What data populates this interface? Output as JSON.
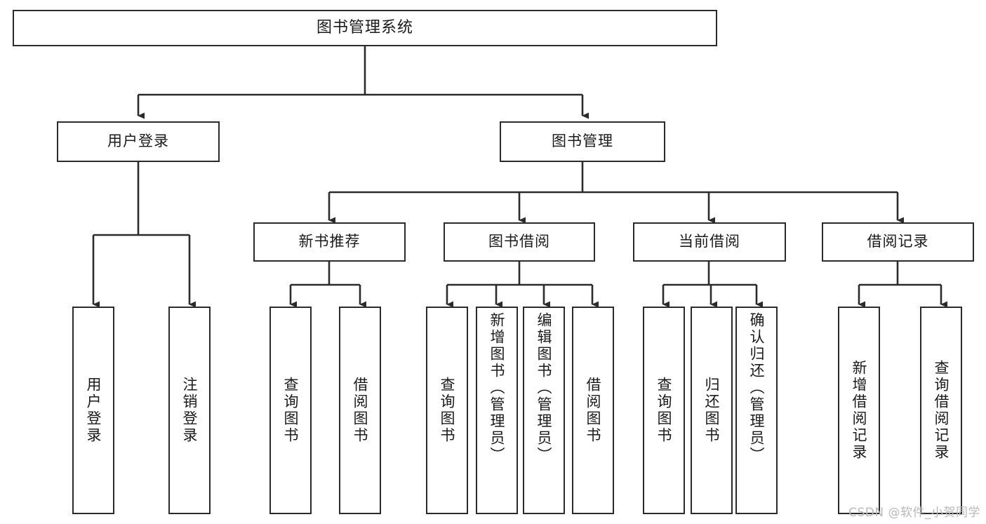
{
  "diagram": {
    "type": "tree-hierarchy",
    "title": "图书管理系统",
    "watermark": "CSDN @软件_小贺同学",
    "colors": {
      "stroke": "#2b2b2b",
      "fill": "#ffffff",
      "text": "#1a1a1a",
      "watermark": "#b9b9b9"
    },
    "nodes": {
      "root": {
        "label": "图书管理系统"
      },
      "level1": [
        {
          "id": "user-login",
          "label": "用户登录"
        },
        {
          "id": "book-manage",
          "label": "图书管理"
        }
      ],
      "level2": [
        {
          "id": "new-book-recommend",
          "label": "新书推荐"
        },
        {
          "id": "book-borrow",
          "label": "图书借阅"
        },
        {
          "id": "current-borrow",
          "label": "当前借阅"
        },
        {
          "id": "borrow-record",
          "label": "借阅记录"
        }
      ],
      "leaves": {
        "user_login": [
          {
            "id": "leaf-user-login",
            "label": "用户登录"
          },
          {
            "id": "leaf-logout-login",
            "label": "注销登录"
          }
        ],
        "new_book_recommend": [
          {
            "id": "leaf-query-book-1",
            "label": "查询图书"
          },
          {
            "id": "leaf-borrow-book-1",
            "label": "借阅图书"
          }
        ],
        "book_borrow": [
          {
            "id": "leaf-query-book-2",
            "label": "查询图书"
          },
          {
            "id": "leaf-add-book",
            "label": "新增图书（管理员）"
          },
          {
            "id": "leaf-edit-book",
            "label": "编辑图书（管理员）"
          },
          {
            "id": "leaf-borrow-book-2",
            "label": "借阅图书"
          }
        ],
        "current_borrow": [
          {
            "id": "leaf-query-book-3",
            "label": "查询图书"
          },
          {
            "id": "leaf-return-book",
            "label": "归还图书"
          },
          {
            "id": "leaf-confirm-return",
            "label": "确认归还（管理员）"
          }
        ],
        "borrow_record": [
          {
            "id": "leaf-add-borrow-record",
            "label": "新增借阅记录"
          },
          {
            "id": "leaf-query-borrow-record",
            "label": "查询借阅记录"
          }
        ]
      }
    }
  }
}
